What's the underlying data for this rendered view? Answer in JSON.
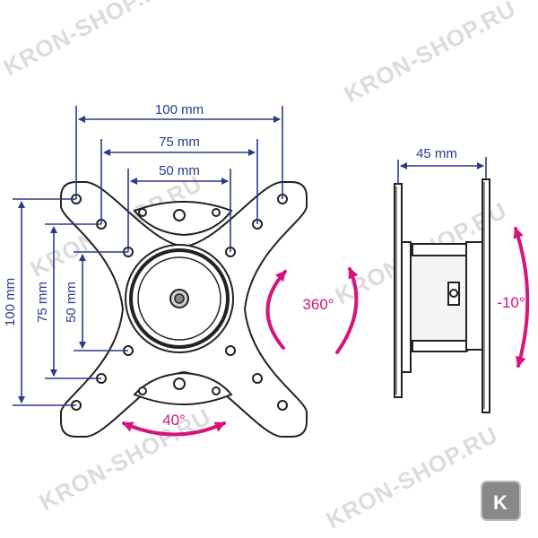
{
  "watermark": {
    "text": "KRON-SHOP.RU"
  },
  "front_view": {
    "dim_100_h": "100 mm",
    "dim_75_h": "75 mm",
    "dim_50_h": "50 mm",
    "dim_100_v": "100 mm",
    "dim_75_v": "75 mm",
    "dim_50_v": "50 mm",
    "rotation_label": "360°",
    "swivel_label": "40°"
  },
  "side_view": {
    "depth_label": "45 mm",
    "tilt_label": "-10°"
  },
  "logo": {
    "letter": "K"
  },
  "colors": {
    "dimension": "#2a3a8c",
    "motion": "#d6157a",
    "outline": "#222222",
    "watermark": "#dcdcdc"
  }
}
